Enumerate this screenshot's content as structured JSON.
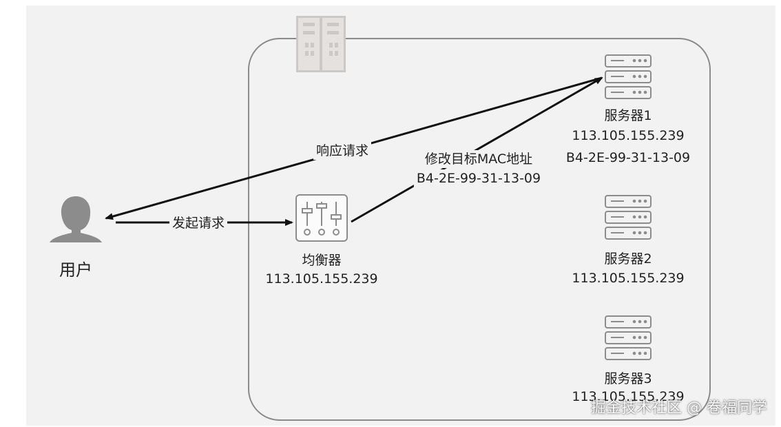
{
  "user": {
    "label": "用户"
  },
  "request": {
    "label": "发起请求"
  },
  "response": {
    "label": "响应请求"
  },
  "balancer": {
    "name": "均衡器",
    "ip": "113.105.155.239"
  },
  "rewrite": {
    "line1": "修改目标MAC地址",
    "line2": "B4-2E-99-31-13-09"
  },
  "servers": [
    {
      "name": "服务器1",
      "ip": "113.105.155.239",
      "mac": "B4-2E-99-31-13-09"
    },
    {
      "name": "服务器2",
      "ip": "113.105.155.239"
    },
    {
      "name": "服务器3",
      "ip": "113.105.155.239"
    }
  ],
  "watermark": "掘金技术社区 @ 卷福同学",
  "colors": {
    "icon": "#8c8c8c",
    "building": "#cdc8c5",
    "arrow": "#111111",
    "background": "#f2f2f2"
  }
}
